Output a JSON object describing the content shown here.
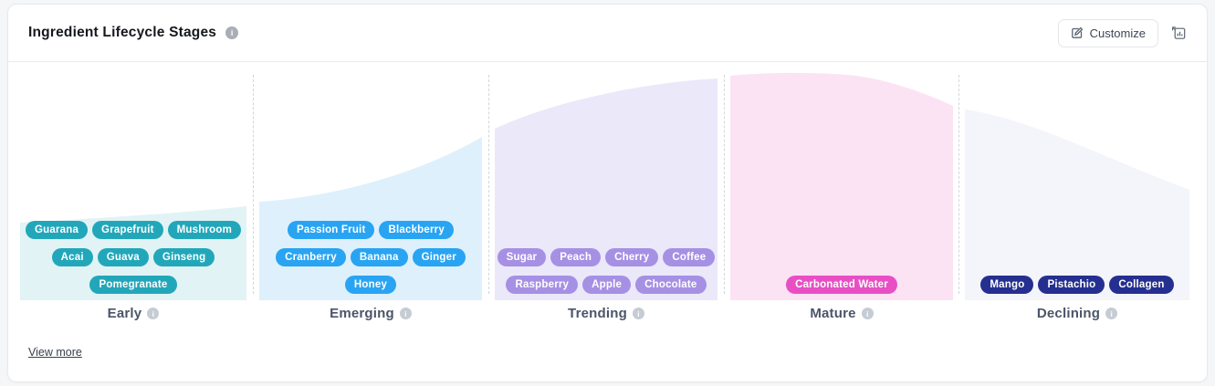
{
  "card": {
    "title": "Ingredient Lifecycle Stages",
    "customize_label": "Customize",
    "view_more_label": "View more"
  },
  "icons": {
    "title_info": "info-icon",
    "customize": "edit-pencil-icon",
    "export": "export-chart-icon"
  },
  "colors": {
    "card_background": "#ffffff",
    "page_background": "#f5f6f8",
    "divider": "#e8eaed",
    "separator_dashed": "#d2d6db",
    "stage_label_text": "#4a5568"
  },
  "stages": [
    {
      "label": "Early",
      "pill_color": "#22a7ba",
      "area_color": "#e1f3f5",
      "pill_rows": [
        [
          "Guarana",
          "Grapefruit",
          "Mushroom"
        ],
        [
          "Acai",
          "Guava",
          "Ginseng"
        ],
        [
          "Pomegranate"
        ]
      ]
    },
    {
      "label": "Emerging",
      "pill_color": "#29a4f2",
      "area_color": "#def0fc",
      "pill_rows": [
        [
          "Passion Fruit",
          "Blackberry"
        ],
        [
          "Cranberry",
          "Banana",
          "Ginger"
        ],
        [
          "Honey"
        ]
      ]
    },
    {
      "label": "Trending",
      "pill_color": "#a690e4",
      "area_color": "#ebe8fa",
      "pill_rows": [
        [
          "Sugar",
          "Peach",
          "Cherry",
          "Coffee"
        ],
        [
          "Raspberry",
          "Apple",
          "Chocolate"
        ]
      ]
    },
    {
      "label": "Mature",
      "pill_color": "#e84fc5",
      "area_color": "#fbe3f4",
      "pill_rows": [
        [
          "Carbonated Water"
        ]
      ]
    },
    {
      "label": "Declining",
      "pill_color": "#252f90",
      "area_color": "#f4f4fb",
      "pill_rows": [
        [
          "Mango",
          "Pistachio",
          "Collagen"
        ]
      ]
    }
  ]
}
